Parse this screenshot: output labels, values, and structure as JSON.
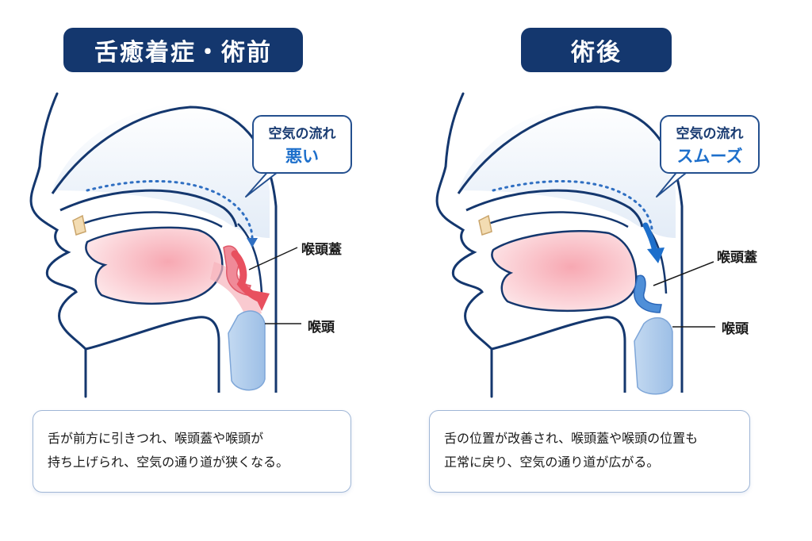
{
  "panels": {
    "before": {
      "title": "舌癒着症・術前",
      "bubble_line1": "空気の流れ",
      "bubble_line2": "悪い",
      "label_epiglottis": "喉頭蓋",
      "label_larynx": "喉頭",
      "description_line1": "舌が前方に引きつれ、喉頭蓋や喉頭が",
      "description_line2": "持ち上げられ、空気の通り道が狭くなる。"
    },
    "after": {
      "title": "術後",
      "bubble_line1": "空気の流れ",
      "bubble_line2": "スムーズ",
      "label_epiglottis": "喉頭蓋",
      "label_larynx": "喉頭",
      "description_line1": "舌の位置が改善され、喉頭蓋や喉頭の位置も",
      "description_line2": "正常に戻り、空気の通り道が広がる。"
    }
  },
  "colors": {
    "title_bg": "#14376e",
    "outline": "#14376e",
    "tongue_red": "#f19aa6",
    "arrow_red": "#e8505f",
    "arrow_blue": "#1d6fcb",
    "larynx_blue": "#a9c8ea"
  }
}
